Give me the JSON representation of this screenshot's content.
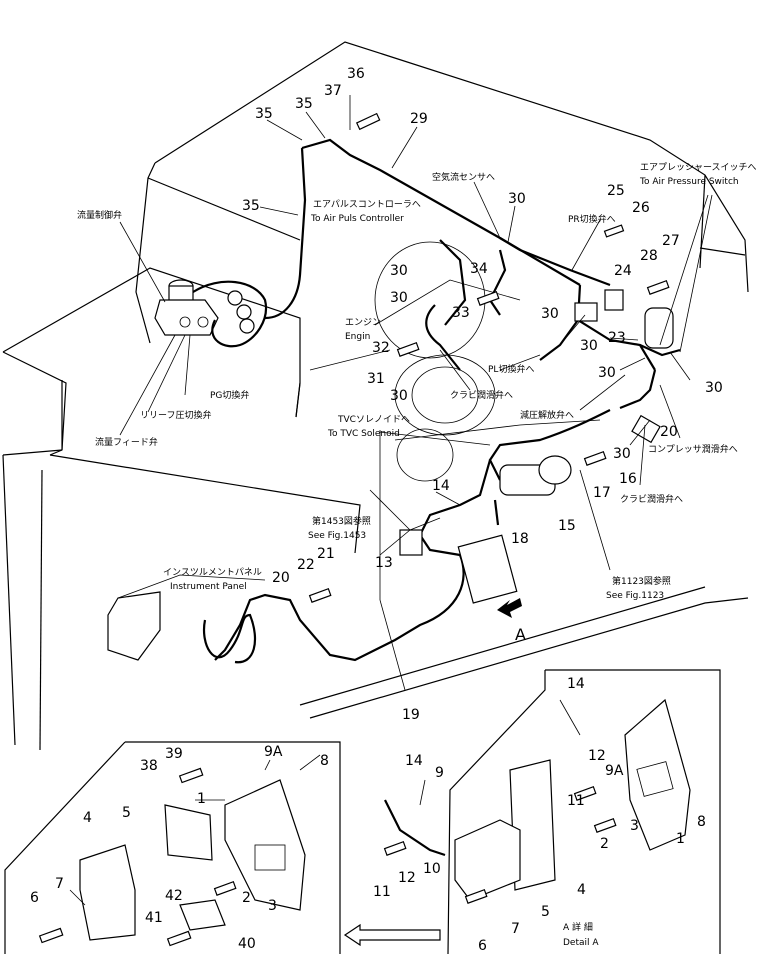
{
  "callouts": {
    "n1a": "1",
    "n1b": "1",
    "n2a": "2",
    "n2b": "2",
    "n3a": "3",
    "n3b": "3",
    "n4a": "4",
    "n4b": "4",
    "n5a": "5",
    "n5b": "5",
    "n6a": "6",
    "n6b": "6",
    "n7a": "7",
    "n7b": "7",
    "n8a": "8",
    "n8b": "8",
    "n9": "9",
    "n9a1": "9A",
    "n9a2": "9A",
    "n10": "10",
    "n11a": "11",
    "n11b": "11",
    "n12a": "12",
    "n12b": "12",
    "n13": "13",
    "n14a": "14",
    "n14b": "14",
    "n14c": "14",
    "n15": "15",
    "n16": "16",
    "n17": "17",
    "n18": "18",
    "n19": "19",
    "n20a": "20",
    "n20b": "20",
    "n21": "21",
    "n22": "22",
    "n23": "23",
    "n24": "24",
    "n25": "25",
    "n26": "26",
    "n27": "27",
    "n28": "28",
    "n29": "29",
    "n30a": "30",
    "n30b": "30",
    "n30c": "30",
    "n30d": "30",
    "n30e": "30",
    "n30f": "30",
    "n30g": "30",
    "n30h": "30",
    "n30i": "30",
    "n31": "31",
    "n32": "32",
    "n33": "33",
    "n34": "34",
    "n35a": "35",
    "n35b": "35",
    "n35c": "35",
    "n36": "36",
    "n37": "37",
    "n38": "38",
    "n39": "39",
    "n40": "40",
    "n41": "41",
    "n42": "42",
    "nA": "A"
  },
  "labels": {
    "air_puls_jp": "エアパルスコントローラへ",
    "air_puls_en": "To Air Puls Controller",
    "airflow_jp": "空気流センサへ",
    "air_pressure_jp": "エアプレッシャースイッチへ",
    "air_pressure_en": "To Air Pressure Switch",
    "pr_valve_jp": "PR切換弁へ",
    "flow_ctrl_jp": "流量制御弁",
    "engine_jp": "エンジン",
    "engine_en": "Engin",
    "pl_valve_jp": "PL切換弁へ",
    "kubi_lube_jp": "クラビ潤滑弁へ",
    "pg_valve_jp": "PG切換弁",
    "relief_valve_jp": "リリーフ圧切換弁",
    "flow_feed_jp": "流量フィード弁",
    "reduce_valve_jp": "減圧解放弁へ",
    "tvc_jp": "TVCソレノイドへ",
    "tvc_en": "To TVC Solenoid",
    "comp_lube_jp": "コンプレッサ潤滑弁へ",
    "kubi_lube2_jp": "クラビ潤滑弁へ",
    "fig1453_jp": "第1453図参照",
    "fig1453_en": "See Fig.1453",
    "fig1123_jp": "第1123図参照",
    "fig1123_en": "See Fig.1123",
    "panel_jp": "インスツルメントパネル",
    "panel_en": "Instrument Panel",
    "detail_jp": "A 詳 細",
    "detail_en": "Detail A"
  }
}
